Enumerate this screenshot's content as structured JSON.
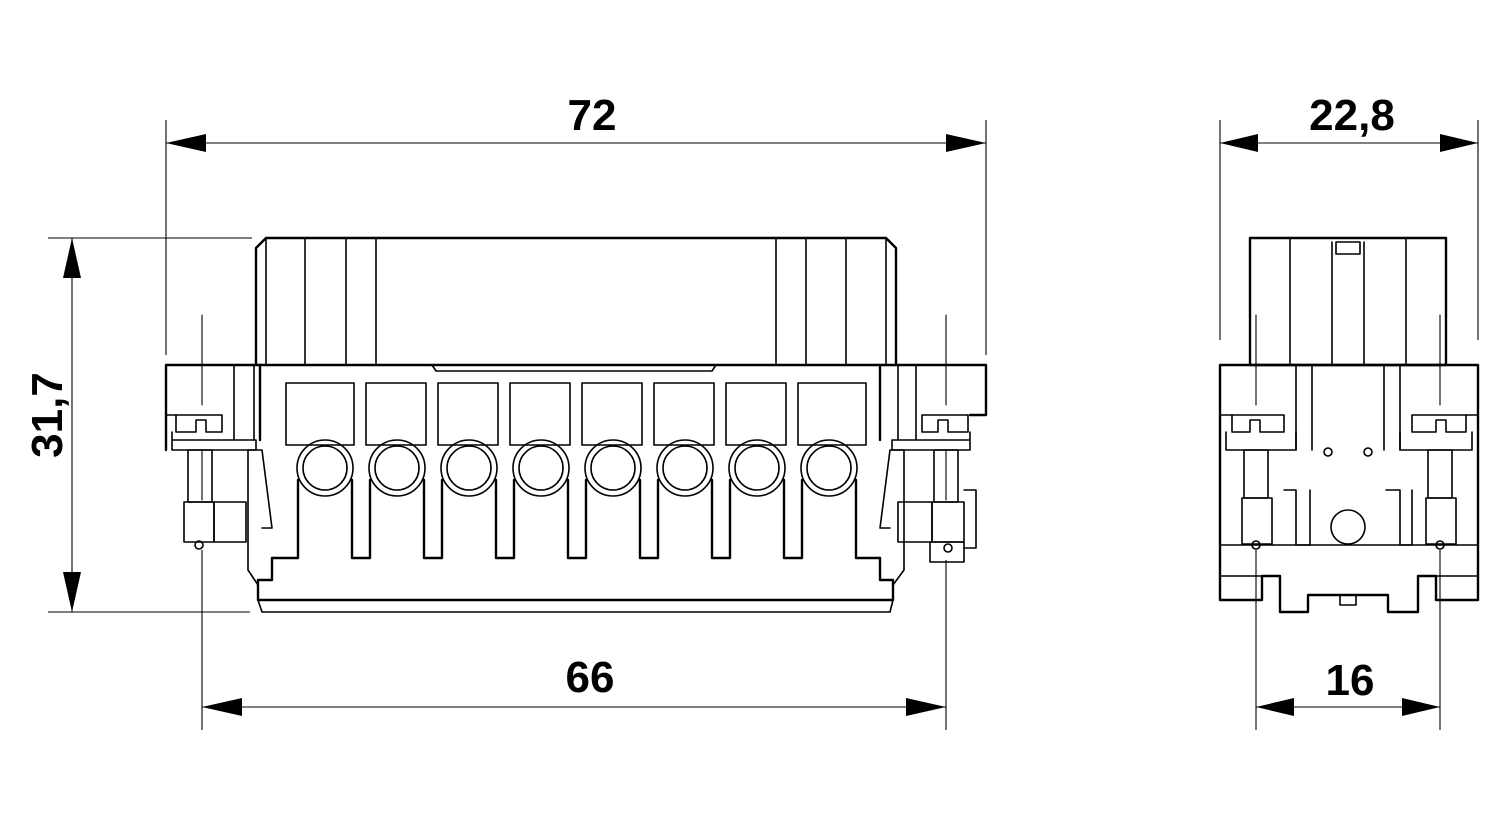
{
  "dimensions": {
    "front_width": "72",
    "front_height": "31,7",
    "front_pin_pitch_span": "66",
    "side_width": "22,8",
    "side_pin_span": "16"
  }
}
